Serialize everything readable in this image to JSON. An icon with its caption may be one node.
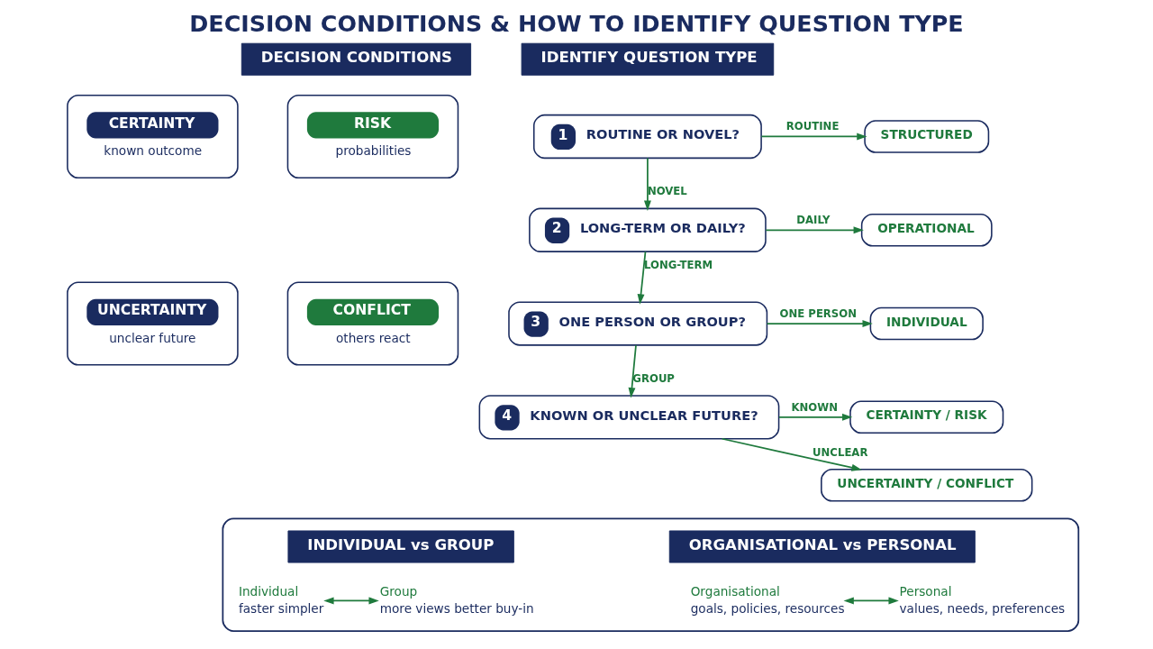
{
  "diagram": {
    "title": "DECISION CONDITIONS & HOW TO IDENTIFY QUESTION TYPE",
    "nodes": [
      {
        "text": [
          "DECISION CONDITIONS"
        ]
      },
      {
        "text": [
          "CERTAINTY",
          "known outcome"
        ]
      },
      {
        "text": [
          "RISK",
          "probabilities"
        ]
      },
      {
        "text": [
          "UNCERTAINTY",
          "unclear future"
        ]
      },
      {
        "text": [
          "CONFLICT",
          "others react"
        ]
      },
      {
        "text": [
          "IDENTIFY QUESTION TYPE"
        ]
      },
      {
        "text": [
          "1",
          "ROUTINE OR NOVEL?"
        ]
      },
      {
        "text": [
          "STRUCTURED"
        ]
      },
      {
        "text": [
          "2",
          "LONG-TERM OR DAILY?"
        ]
      },
      {
        "text": [
          "OPERATIONAL"
        ]
      },
      {
        "text": [
          "3",
          "ONE PERSON OR GROUP?"
        ]
      },
      {
        "text": [
          "INDIVIDUAL"
        ]
      },
      {
        "text": [
          "4",
          "KNOWN OR UNCLEAR FUTURE?"
        ]
      },
      {
        "text": [
          "CERTAINTY / RISK"
        ]
      },
      {
        "text": [
          "UNCERTAINTY / CONFLICT"
        ]
      },
      {
        "text": [],
        "shape": "box"
      },
      {
        "text": [
          "INDIVIDUAL vs GROUP"
        ],
        "in": 15
      },
      {
        "text": [
          "Individual",
          "faster simpler"
        ],
        "in": 15
      },
      {
        "text": [
          "Group",
          "more views better buy-in"
        ],
        "in": 15
      },
      {
        "text": [
          "ORGANISATIONAL vs PERSONAL"
        ],
        "in": 15
      },
      {
        "text": [
          "Organisational",
          "goals, policies, resources"
        ],
        "in": 15
      },
      {
        "text": [
          "Personal",
          "values, needs, preferences"
        ],
        "in": 15
      }
    ],
    "edges": [
      {
        "from": 6,
        "to": 7,
        "arrow": "to",
        "label": "ROUTINE"
      },
      {
        "from": 6,
        "to": 8,
        "arrow": "to",
        "label": "NOVEL"
      },
      {
        "from": 8,
        "to": 9,
        "arrow": "to",
        "label": "DAILY"
      },
      {
        "from": 8,
        "to": 10,
        "arrow": "to",
        "label": "LONG-TERM"
      },
      {
        "from": 10,
        "to": 11,
        "arrow": "to",
        "label": "ONE PERSON"
      },
      {
        "from": 10,
        "to": 12,
        "arrow": "to",
        "label": "GROUP"
      },
      {
        "from": 12,
        "to": 13,
        "arrow": "to",
        "label": "KNOWN"
      },
      {
        "from": 12,
        "to": 14,
        "arrow": "to",
        "label": "UNCLEAR"
      },
      {
        "from": 17,
        "to": 18,
        "arrow": "both"
      },
      {
        "from": 20,
        "to": 21,
        "arrow": "both"
      }
    ]
  }
}
